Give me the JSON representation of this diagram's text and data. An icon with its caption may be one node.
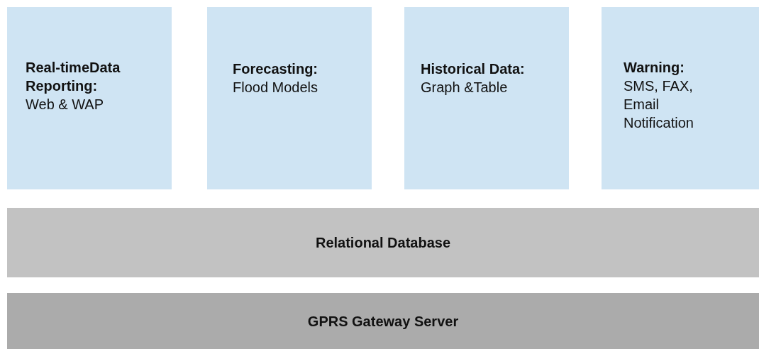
{
  "diagram": {
    "nodes": [
      {
        "text": [
          "Real-timeData Reporting:",
          "Web & WAP"
        ]
      },
      {
        "text": [
          "Forecasting:",
          "Flood Models"
        ]
      },
      {
        "text": [
          "Historical Data:",
          "Graph &Table"
        ]
      },
      {
        "text": [
          "Warning:",
          "SMS, FAX, Email Notification"
        ]
      },
      {
        "text": [
          "Relational Database"
        ]
      },
      {
        "text": [
          "GPRS Gateway Server"
        ]
      }
    ]
  }
}
